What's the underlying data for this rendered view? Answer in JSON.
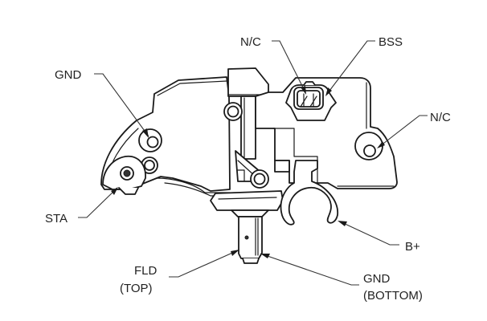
{
  "diagram": {
    "subject": "Voltage regulator terminal identification",
    "colors": {
      "line": "#1a1a1a",
      "text": "#222222",
      "background": "#ffffff"
    },
    "labels": {
      "gnd_top": "GND",
      "nc_top": "N/C",
      "bss": "BSS",
      "nc_right": "N/C",
      "sta": "STA",
      "b_plus": "B+",
      "fld_line1": "FLD",
      "fld_line2": "(TOP)",
      "gnd_bottom_line1": "GND",
      "gnd_bottom_line2": "(BOTTOM)"
    }
  }
}
